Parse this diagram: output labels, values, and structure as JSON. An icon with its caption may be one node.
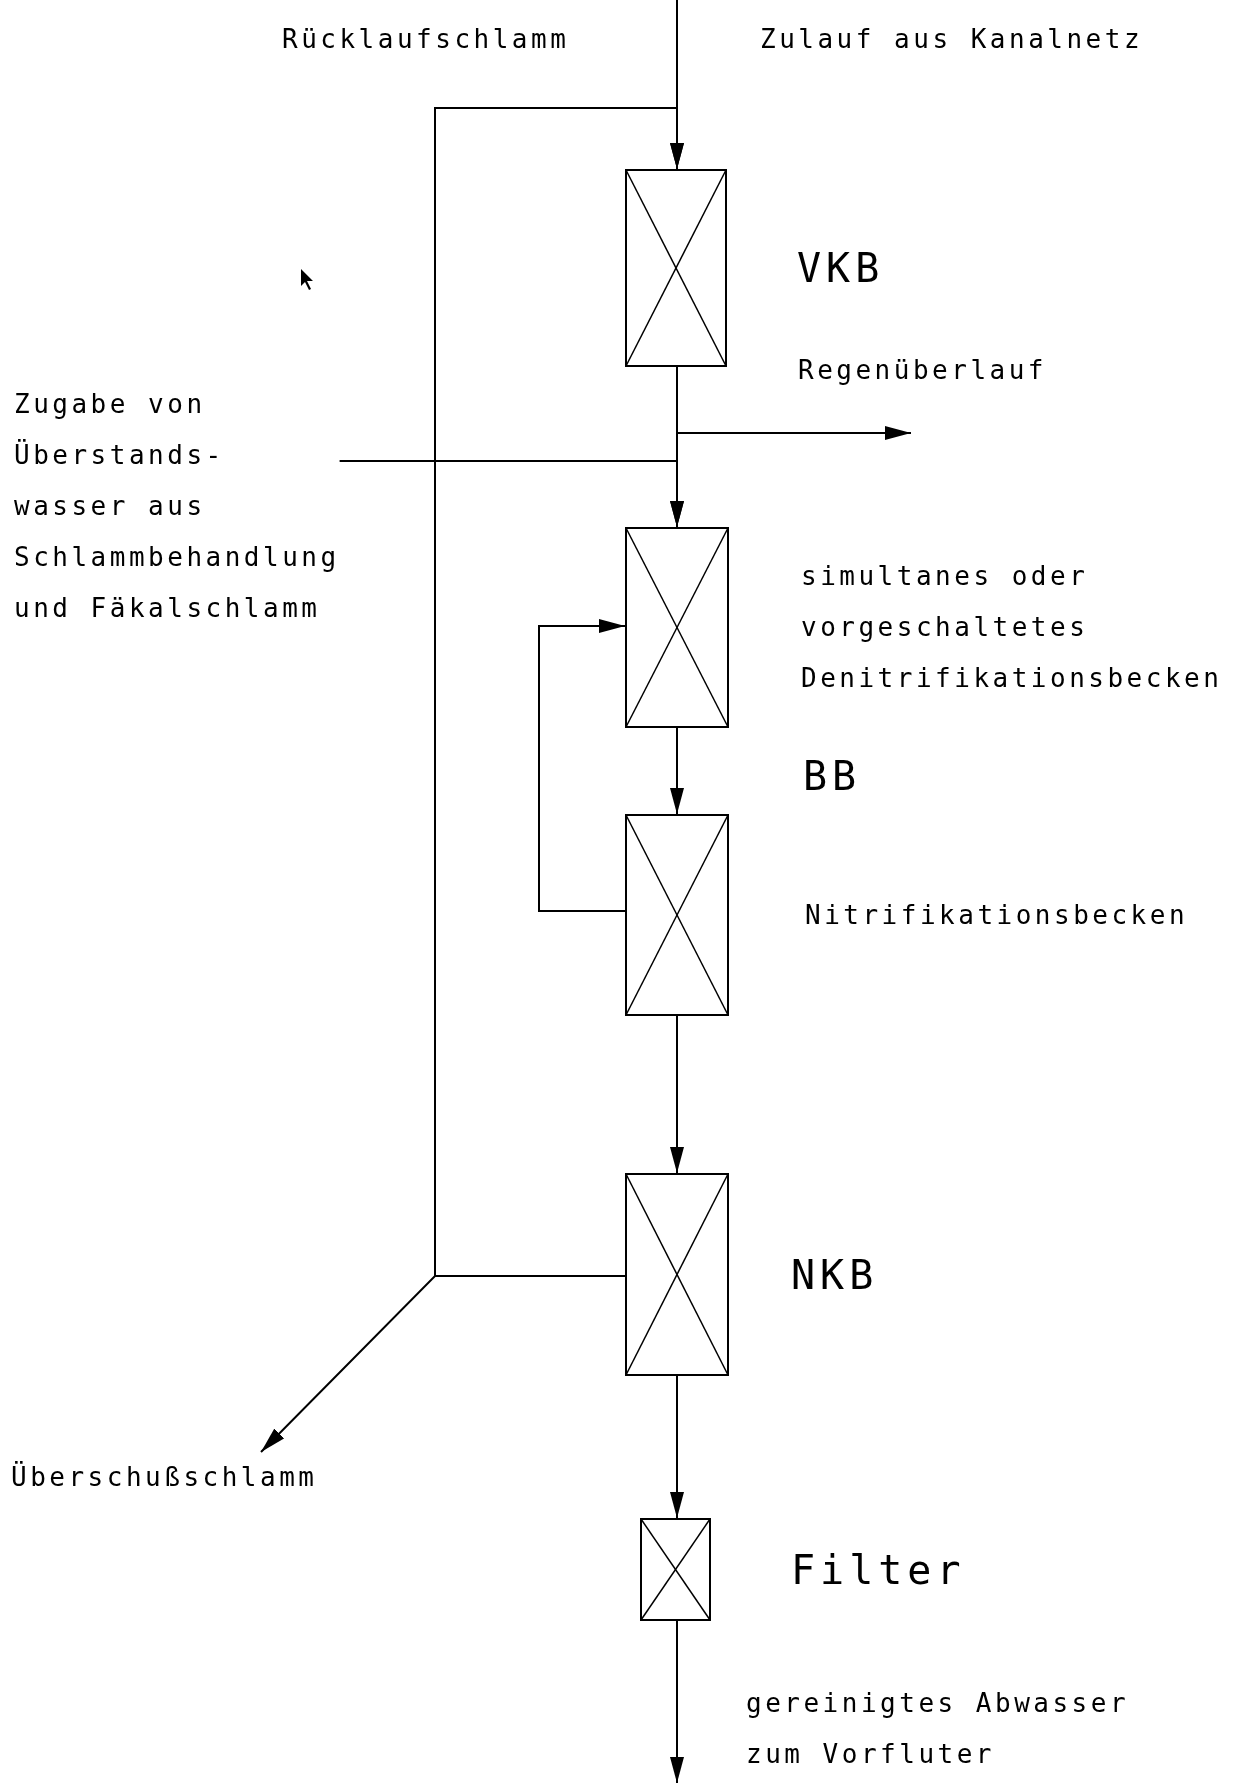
{
  "diagram": {
    "nodes": [
      {
        "text": [],
        "shape": "box",
        "beside": [
          "VKB"
        ]
      },
      {
        "text": [
          "Zugabe von Überstands- wasser aus Schlammbehandlung und Fäkalschlamm"
        ]
      },
      {
        "text": [],
        "shape": "box",
        "beside": [
          "simultanes oder vorgeschaltetes Denitrifikationsbecken"
        ]
      },
      {
        "text": [],
        "shape": "box",
        "beside": [
          "Nitrifikationsbecken"
        ]
      },
      {
        "text": [],
        "shape": "box",
        "beside": [
          "NKB"
        ]
      },
      {
        "text": [
          "Überschußschlamm"
        ]
      },
      {
        "text": [],
        "shape": "box",
        "beside": [
          "Filter"
        ]
      }
    ],
    "edges": [
      {
        "from": null,
        "to": 0,
        "arrow": "to",
        "label": "Zulauf aus Kanalnetz"
      },
      {
        "from": 4,
        "to": 0,
        "arrow": "to",
        "label": "Rücklaufschlamm"
      },
      {
        "from": 0,
        "to": null,
        "arrow": "to",
        "label": "Regenüberlauf"
      },
      {
        "from": 0,
        "to": 2,
        "arrow": "to"
      },
      {
        "from": 1,
        "to": 2,
        "arrow": "to"
      },
      {
        "from": 3,
        "to": 2,
        "arrow": "to"
      },
      {
        "from": 2,
        "to": 3,
        "arrow": "to"
      },
      {
        "from": 3,
        "to": 4,
        "arrow": "to"
      },
      {
        "from": 4,
        "to": 5,
        "arrow": "to"
      },
      {
        "from": 4,
        "to": 6,
        "arrow": "to"
      },
      {
        "from": 6,
        "to": null,
        "arrow": "to",
        "label": "gereinigtes Abwasser zum Vorfluter"
      }
    ],
    "labels": [
      "BB"
    ]
  }
}
